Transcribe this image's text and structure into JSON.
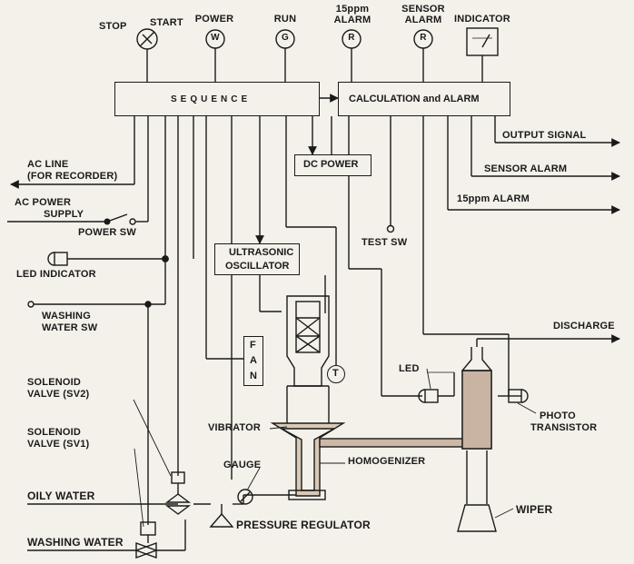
{
  "controls": {
    "stop": "STOP",
    "start": "START",
    "power": "POWER",
    "run": "RUN",
    "alarm_15ppm": [
      "15ppm",
      "ALARM"
    ],
    "sensor_alarm": [
      "SENSOR",
      "ALARM"
    ],
    "indicator": "INDICATOR"
  },
  "lamp_symbols": {
    "power": "W",
    "run": "G",
    "alarm_15ppm": "R",
    "sensor_alarm": "R"
  },
  "blocks": {
    "sequence": "SEQUENCE",
    "calculation": "CALCULATION and ALARM",
    "dc_power": "DC POWER",
    "ultrasonic_oscillator": [
      "ULTRASONIC",
      "OSCILLATOR"
    ],
    "fan": [
      "F",
      "A",
      "N"
    ],
    "temp_sensor": "T"
  },
  "outputs": {
    "output_signal": "OUTPUT SIGNAL",
    "sensor_alarm": "SENSOR ALARM",
    "alarm_15ppm": "15ppm ALARM",
    "discharge": "DISCHARGE"
  },
  "left_labels": {
    "ac_line": [
      "AC LINE",
      "(FOR RECORDER)"
    ],
    "ac_power_supply": [
      "AC POWER",
      "SUPPLY"
    ],
    "power_sw": "POWER SW",
    "led_indicator": "LED INDICATOR",
    "washing_water_sw": [
      "WASHING",
      "WATER SW"
    ],
    "solenoid_sv2": [
      "SOLENOID",
      "VALVE (SV2)"
    ],
    "solenoid_sv1": [
      "SOLENOID",
      "VALVE (SV1)"
    ],
    "oily_water": "OILY WATER",
    "washing_water": "WASHING WATER"
  },
  "mech_labels": {
    "test_sw": "TEST SW",
    "led": "LED",
    "photo_transistor": [
      "PHOTO",
      "TRANSISTOR"
    ],
    "vibrator": "VIBRATOR",
    "homogenizer": "HOMOGENIZER",
    "gauge": "GAUGE",
    "pressure_regulator": "PRESSURE REGULATOR",
    "wiper": "WIPER"
  }
}
